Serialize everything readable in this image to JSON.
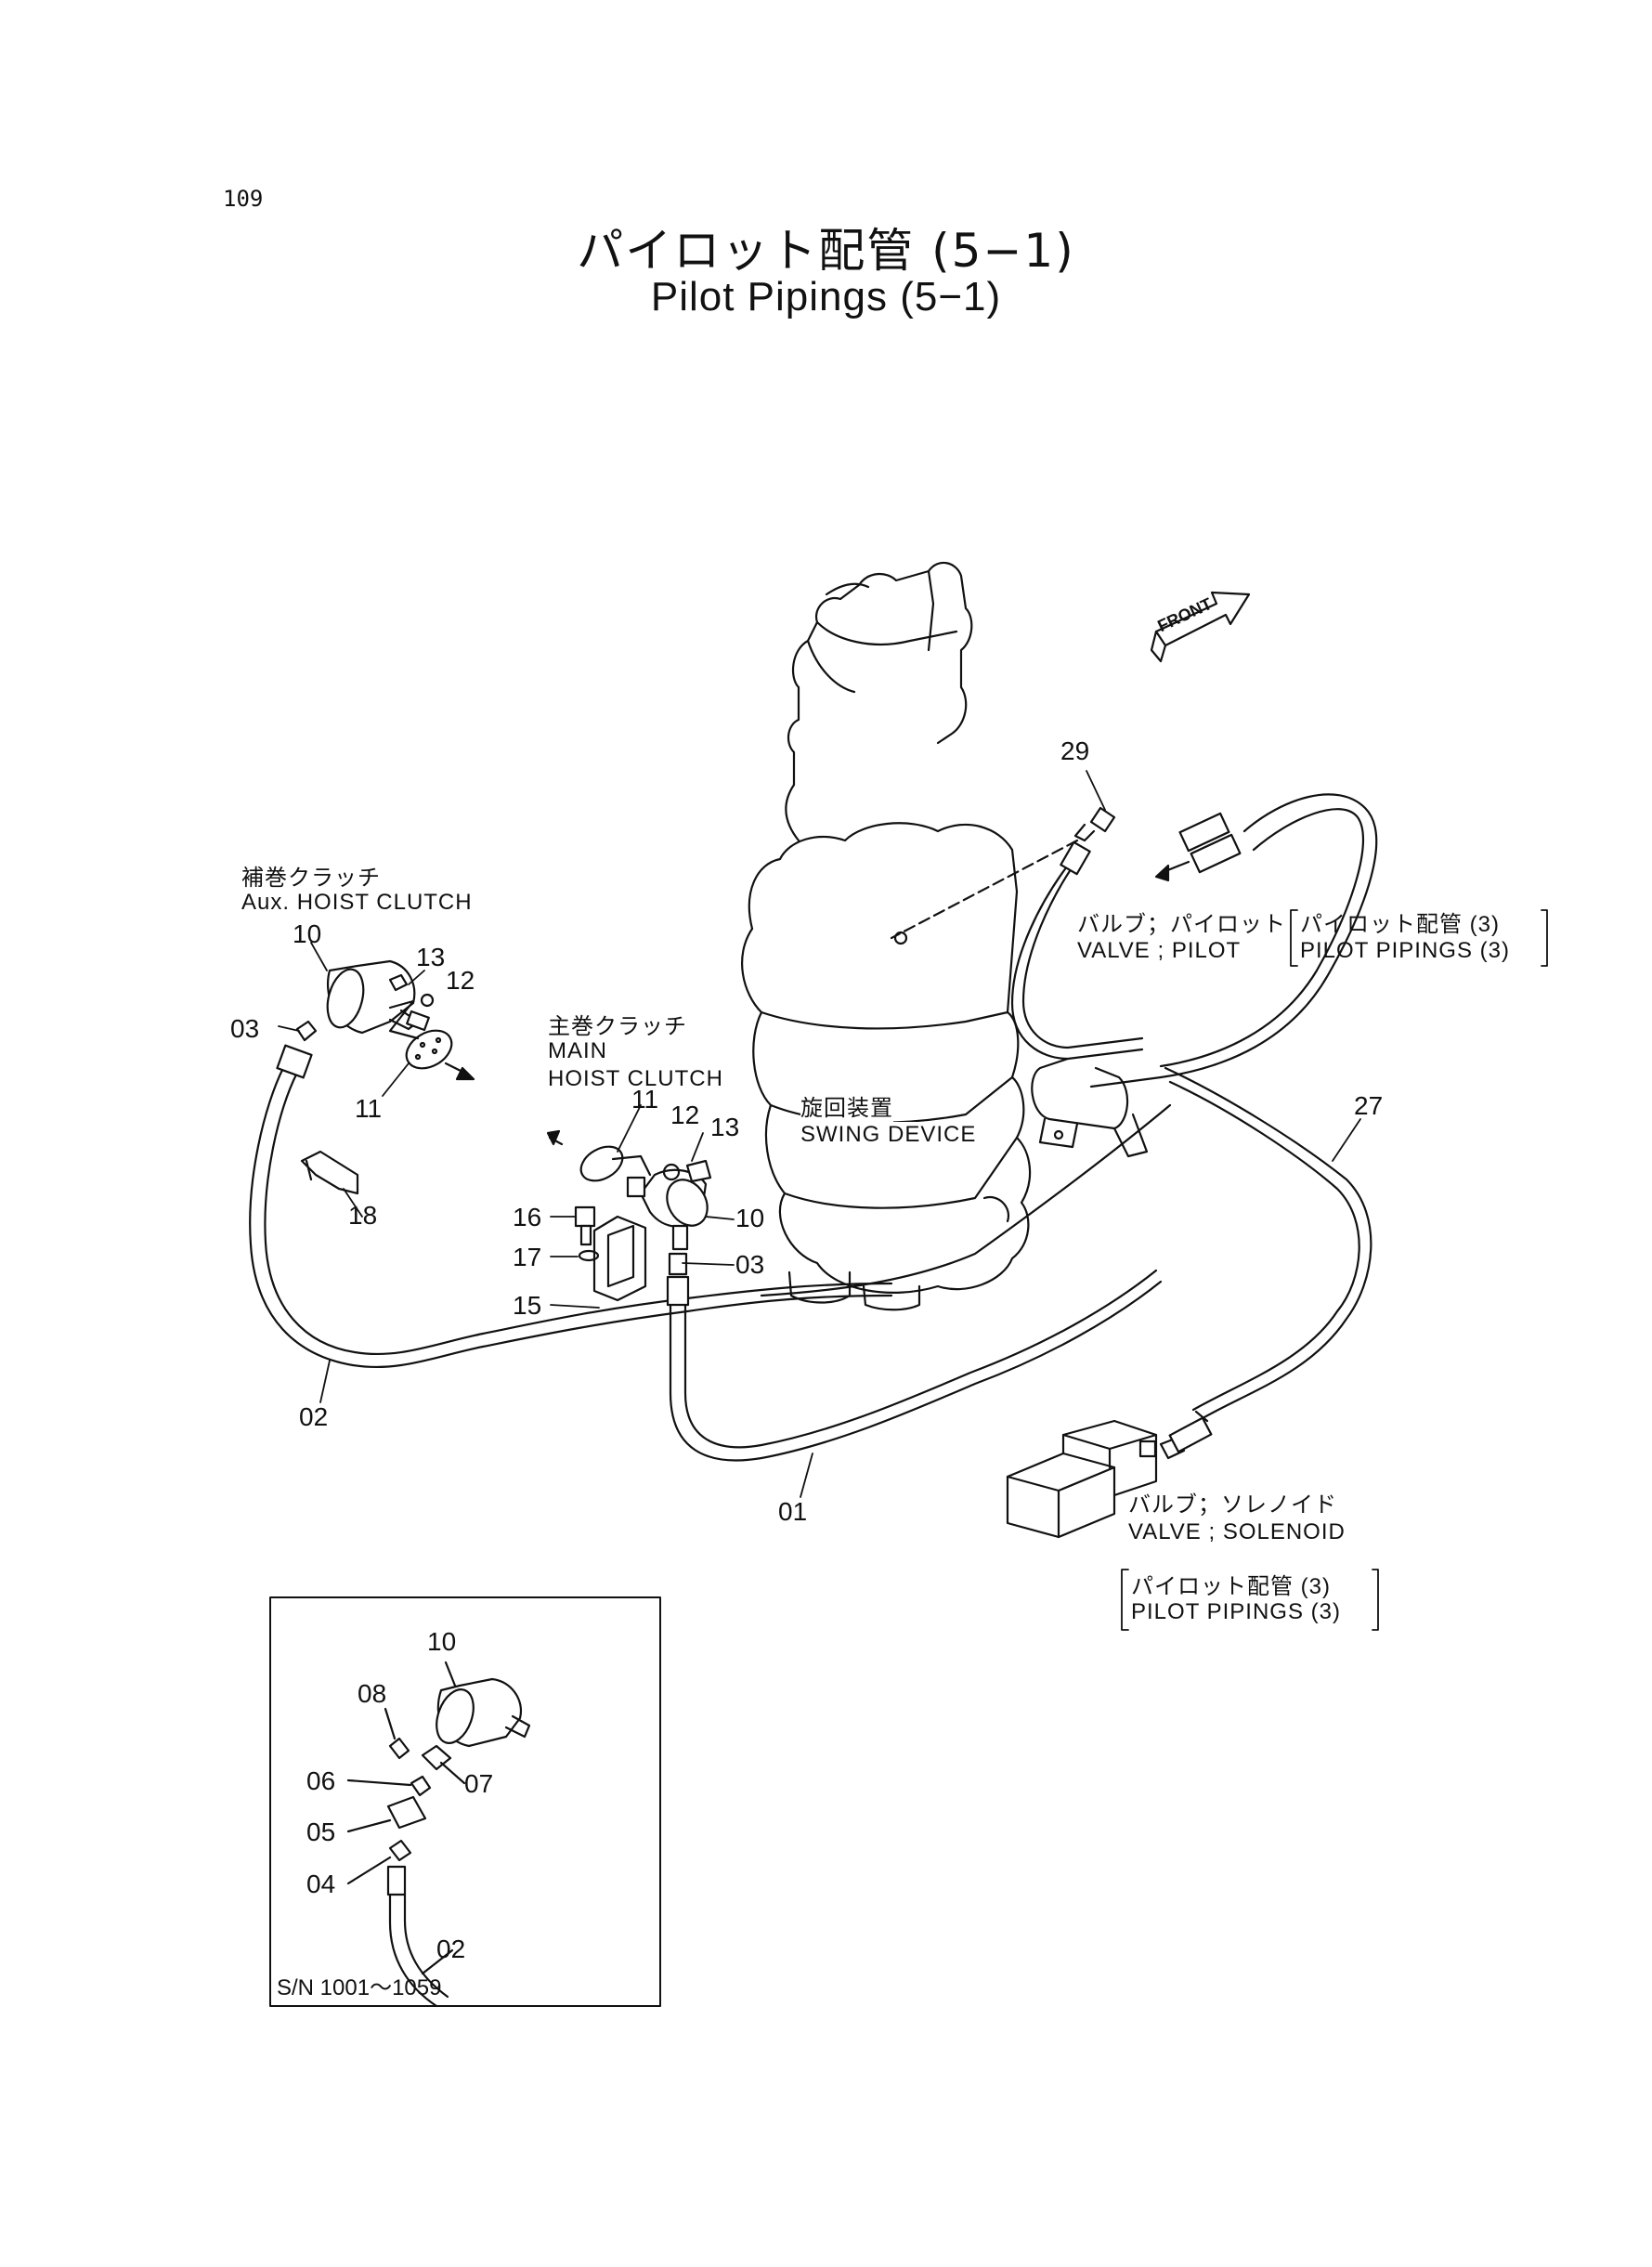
{
  "page_number": "109",
  "title_jp": "パイロット配管 (5−1)",
  "title_en": "Pilot Pipings (5−1)",
  "front_label": "FRONT",
  "labels": {
    "aux_clutch_jp": "補巻クラッチ",
    "aux_clutch_en": "Aux. HOIST CLUTCH",
    "main_clutch_jp": "主巻クラッチ",
    "main_clutch_en1": "MAIN",
    "main_clutch_en2": "HOIST CLUTCH",
    "swing_jp": "旋回装置",
    "swing_en": "SWING DEVICE",
    "valve_pilot_jp": "バルブ；パイロット",
    "valve_pilot_en": "VALVE ; PILOT",
    "ref1_jp": "パイロット配管 (3)",
    "ref1_en": "PILOT  PIPINGS (3)",
    "valve_solenoid_jp": "バルブ；ソレノイド",
    "valve_solenoid_en": "VALVE ; SOLENOID",
    "ref2_jp": "パイロット配管 (3)",
    "ref2_en": "PILOT  PIPINGS (3)"
  },
  "part_numbers": {
    "p29": "29",
    "p27": "27",
    "aux10": "10",
    "aux13": "13",
    "aux12": "12",
    "aux03": "03",
    "aux11": "11",
    "aux18": "18",
    "m11": "11",
    "m12": "12",
    "m13": "13",
    "m10": "10",
    "m03": "03",
    "p16": "16",
    "p17": "17",
    "p15": "15",
    "p02": "02",
    "p01": "01"
  },
  "inset": {
    "serial": "S/N 1001〜1059",
    "parts": {
      "i10": "10",
      "i08": "08",
      "i07": "07",
      "i06": "06",
      "i05": "05",
      "i04": "04",
      "i02": "02"
    }
  }
}
